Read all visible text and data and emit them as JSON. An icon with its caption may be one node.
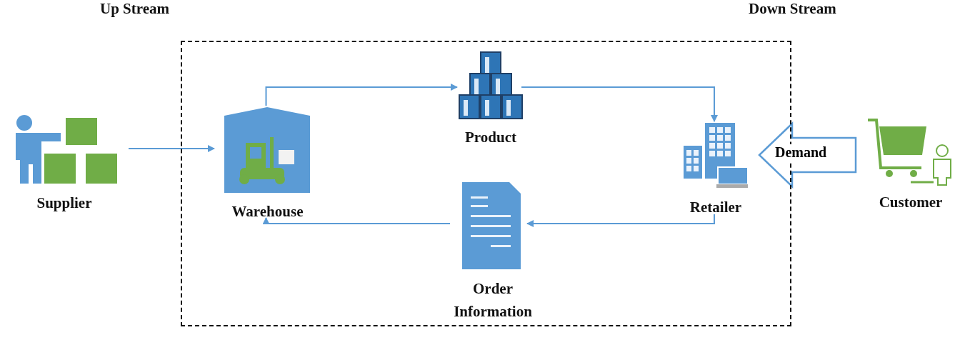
{
  "diagram": {
    "nodes": [
      {
        "text": [],
        "shape": "box"
      },
      {
        "text": [
          "Supplier"
        ]
      },
      {
        "text": [
          "Warehouse"
        ],
        "in": 0
      },
      {
        "text": [
          "Product"
        ],
        "in": 0
      },
      {
        "text": [
          "Retailer"
        ],
        "in": 0
      },
      {
        "text": [
          "Order Information"
        ],
        "in": 0
      },
      {
        "text": [
          "Customer"
        ]
      }
    ],
    "edges": [
      {
        "from": 1,
        "to": 2,
        "arrow": "to"
      },
      {
        "from": 2,
        "to": 3,
        "arrow": "to"
      },
      {
        "from": 3,
        "to": 4,
        "arrow": "to"
      },
      {
        "from": 4,
        "to": 5,
        "arrow": "to"
      },
      {
        "from": 5,
        "to": 2,
        "arrow": "to"
      },
      {
        "from": 6,
        "to": 4,
        "arrow": "to",
        "label": "Demand",
        "style": "thick"
      }
    ],
    "labels": [
      "Up Stream",
      "Down Stream"
    ]
  }
}
